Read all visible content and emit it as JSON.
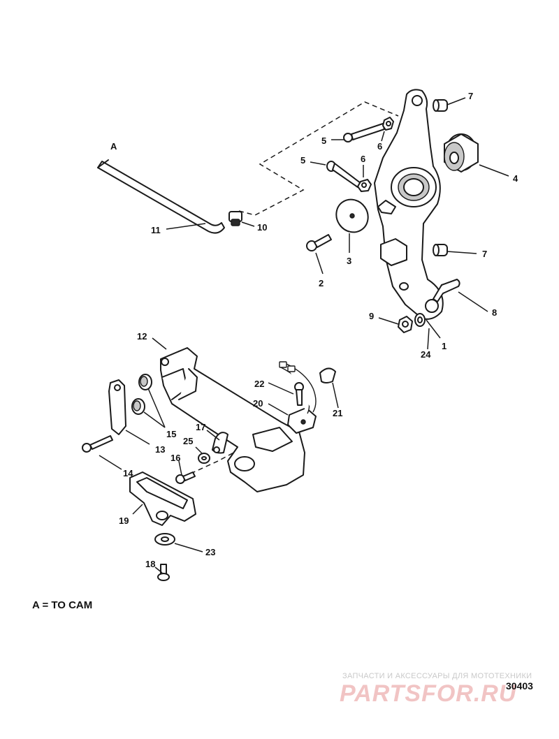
{
  "diagram": {
    "callouts": {
      "c1": "1",
      "c2": "2",
      "c3": "3",
      "c4": "4",
      "c5a": "5",
      "c5b": "5",
      "c6a": "6",
      "c6b": "6",
      "c7a": "7",
      "c7b": "7",
      "c8": "8",
      "c9": "9",
      "c10": "10",
      "c11": "11",
      "c12": "12",
      "c13": "13",
      "c14": "14",
      "c15": "15",
      "c16": "16",
      "c17": "17",
      "c18": "18",
      "c19": "19",
      "c20": "20",
      "c21": "21",
      "c22": "22",
      "c23": "23",
      "c24": "24",
      "c25": "25",
      "cA": "A"
    },
    "note": "A = TO CAM",
    "reference_number": "30403"
  },
  "watermark": {
    "line1": "ЗАПЧАСТИ И АКСЕССУАРЫ ДЛЯ МОТОТЕХНИКИ",
    "line2": "PARTSFOR.RU",
    "color": "#f1c4c4"
  }
}
